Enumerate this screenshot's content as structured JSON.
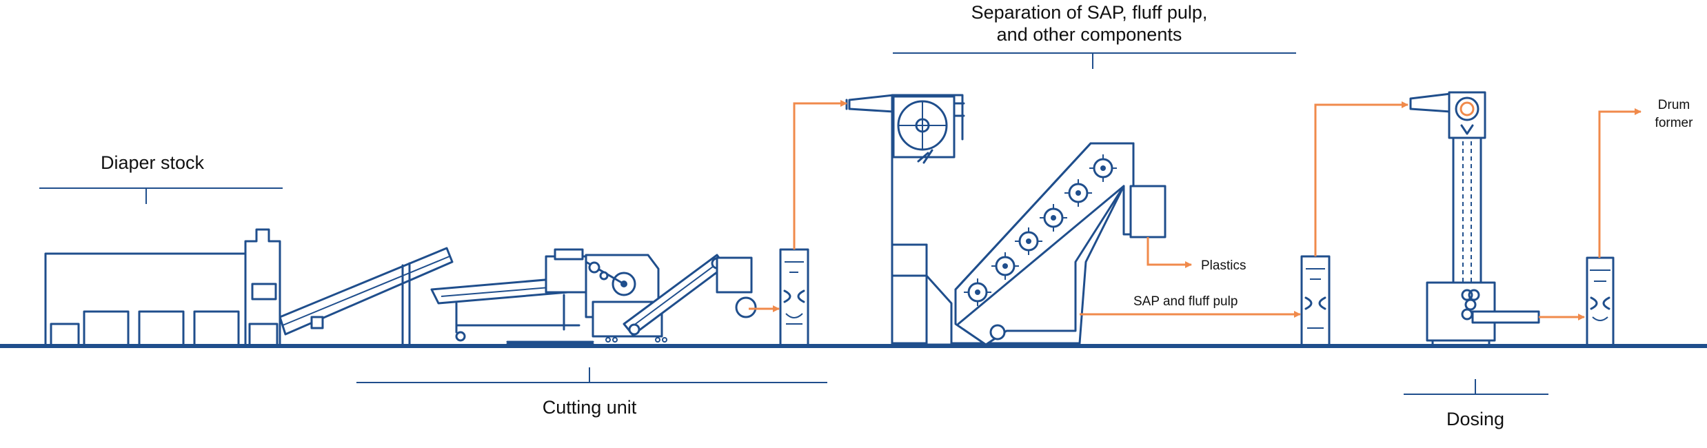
{
  "colors": {
    "equipment": "#1f4e8c",
    "flow_arrow": "#f08a4b",
    "text": "#111111",
    "background": "#ffffff"
  },
  "stages": {
    "diaper_stock": "Diaper stock",
    "cutting_unit": "Cutting unit",
    "separation": [
      "Separation of SAP, fluff pulp,",
      "and other components"
    ],
    "dosing": "Dosing"
  },
  "outputs": {
    "plastics": "Plastics",
    "sap_fluff": "SAP and fluff pulp",
    "drum_former": [
      "Drum",
      "former"
    ]
  }
}
